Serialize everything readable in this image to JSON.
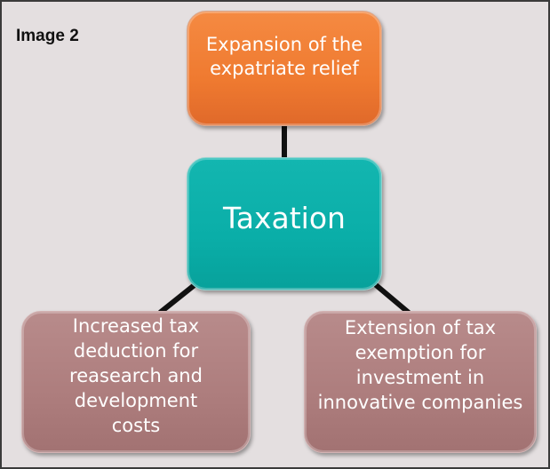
{
  "figure": {
    "label": "Image 2"
  },
  "nodes": {
    "top": {
      "lines": [
        "Expansion of the",
        "expatriate relief"
      ]
    },
    "center": {
      "label": "Taxation"
    },
    "left": {
      "lines": [
        "Increased tax",
        "deduction for",
        "reasearch and",
        "development",
        "costs"
      ]
    },
    "right": {
      "lines": [
        "Extension of tax",
        "exemption for",
        "investment in",
        "innovative companies"
      ]
    }
  },
  "colors": {
    "background": "#e4dfe0",
    "top_node": "#f27d35",
    "center_node": "#0aaea8",
    "leaf_nodes": "#ad7d7d",
    "connector": "#111111",
    "text": "#ffffff"
  }
}
